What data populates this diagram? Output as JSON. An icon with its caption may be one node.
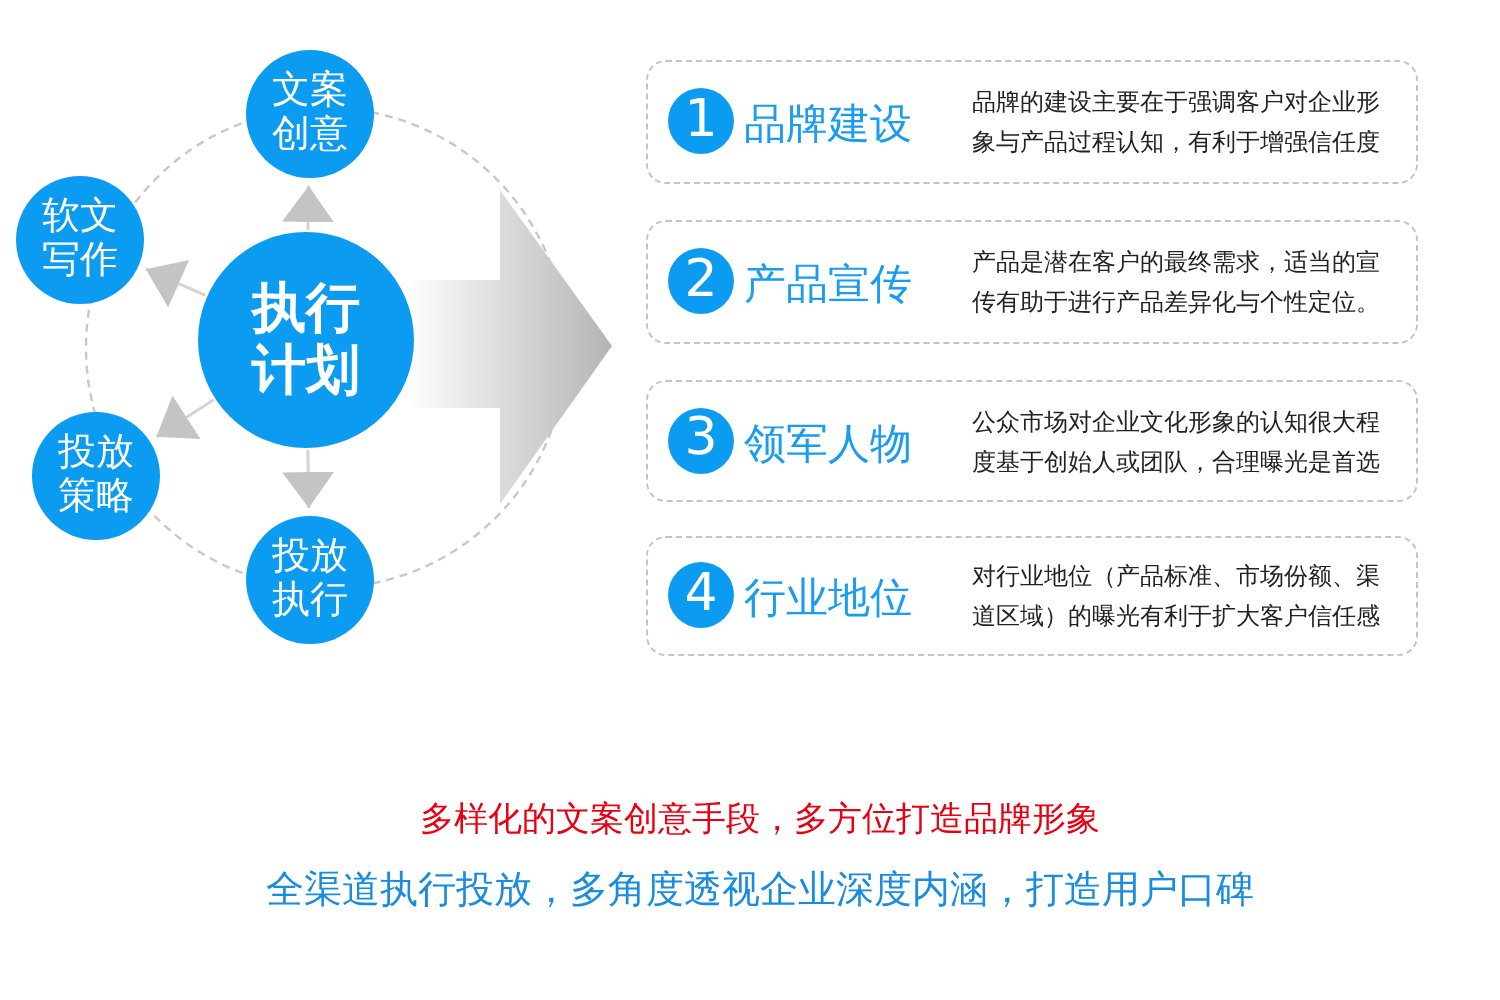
{
  "diagram": {
    "nodes": [
      {
        "text": [
          "执行计划"
        ]
      },
      {
        "text": [
          "文案创意"
        ]
      },
      {
        "text": [
          "软文写作"
        ]
      },
      {
        "text": [
          "投放策略"
        ]
      },
      {
        "text": [
          "投放执行"
        ]
      },
      {
        "text": [
          "品牌建设",
          "品牌的建设主要在于强调客户对企业形象与产品过程认知，有利于增强信任度"
        ]
      },
      {
        "text": [
          "1"
        ],
        "in": 5
      },
      {
        "text": [
          "产品宣传",
          "产品是潜在客户的最终需求，适当的宣传有助于进行产品差异化与个性定位。"
        ]
      },
      {
        "text": [
          "2"
        ],
        "in": 7
      },
      {
        "text": [
          "领军人物",
          "公众市场对企业文化形象的认知很大程度基于创始人或团队，合理曝光是首选"
        ]
      },
      {
        "text": [
          "3"
        ],
        "in": 9
      },
      {
        "text": [
          "行业地位",
          "对行业地位（产品标准、市场份额、渠道区域）的曝光有利于扩大客户信任感"
        ]
      },
      {
        "text": [
          "4"
        ],
        "in": 11
      }
    ],
    "edges": [
      {
        "from": 0,
        "to": 1,
        "arrow": "to"
      },
      {
        "from": 0,
        "to": 2,
        "arrow": "to"
      },
      {
        "from": 0,
        "to": 3,
        "arrow": "to"
      },
      {
        "from": 0,
        "to": 4,
        "arrow": "to"
      },
      {
        "from": 0,
        "to": null,
        "arrow": "to"
      }
    ],
    "labels": [
      "多样化的文案创意手段，多方位打造品牌形象",
      "全渠道执行投放，多角度透视企业深度内涵，打造用户口碑"
    ]
  }
}
